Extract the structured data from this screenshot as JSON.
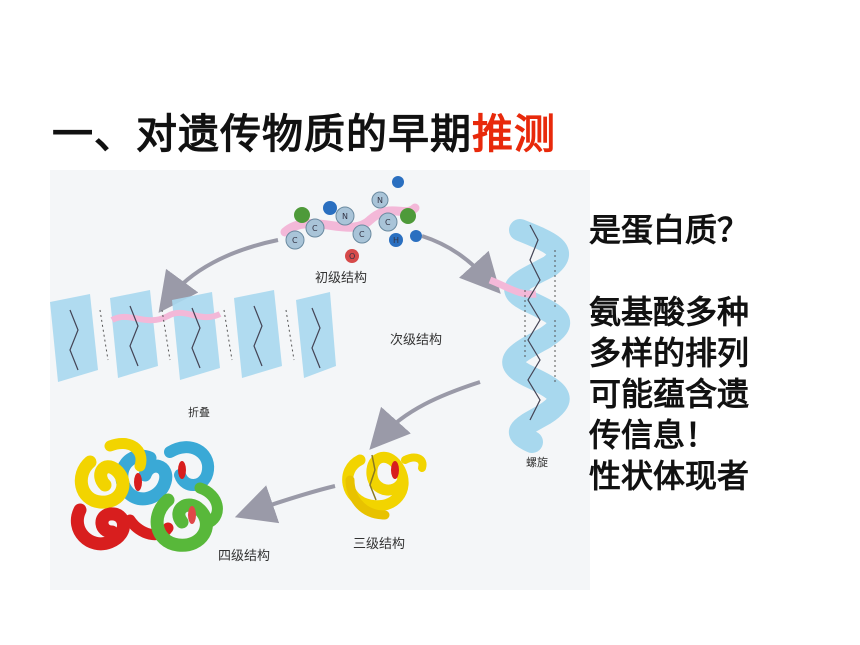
{
  "title": {
    "main": "一、对遗传物质的早期",
    "accent": "推测",
    "accent_color": "#e8290b"
  },
  "diagram": {
    "labels": {
      "primary": "初级结构",
      "secondary": "次级结构",
      "sheet": "折叠",
      "helix": "螺旋",
      "tertiary": "三级结构",
      "quaternary": "四级结构"
    },
    "atoms": {
      "c": "C",
      "n": "N",
      "o": "O",
      "h": "H"
    },
    "colors": {
      "strand": "#a8d8ee",
      "bond": "#f3b8d8",
      "arrow": "#9a9aa8",
      "yellow": "#f2d400",
      "red": "#d81e1e",
      "blue": "#3aa9d6",
      "green": "#58b83a"
    }
  },
  "side": {
    "question": "是蛋白质？",
    "lines": [
      "氨基酸多种",
      "多样的排列",
      "可能蕴含遗",
      "传信息！",
      "性状体现者"
    ]
  }
}
